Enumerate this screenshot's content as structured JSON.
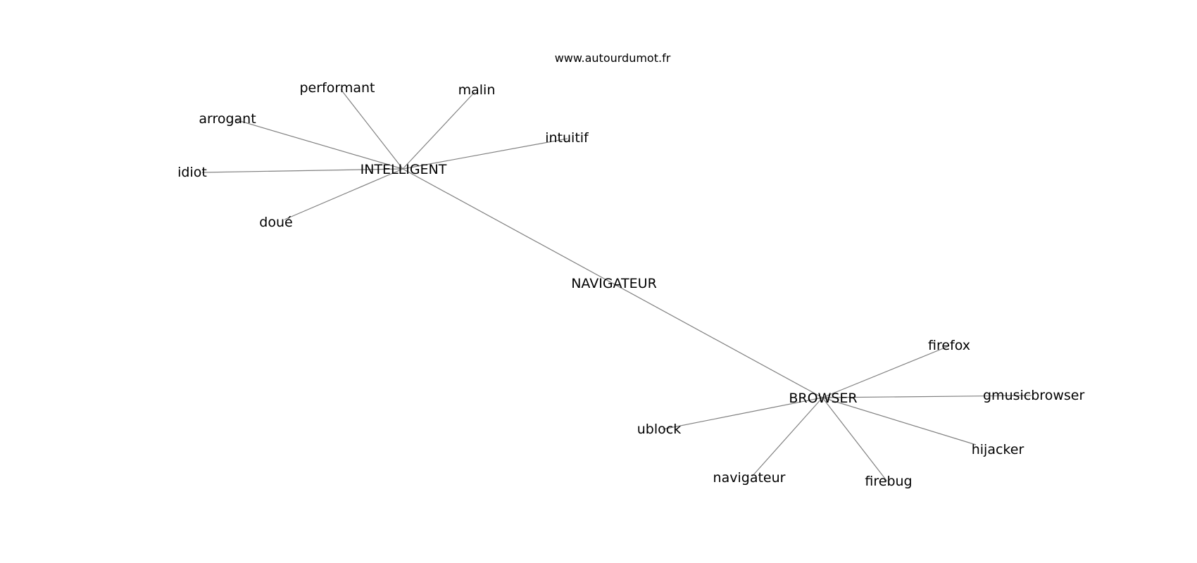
{
  "header": {
    "site": "www.autourdumot.fr"
  },
  "graph": {
    "nodes": [
      {
        "id": "navigateur_center",
        "label": "NAVIGATEUR",
        "kind": "center"
      },
      {
        "id": "intelligent",
        "label": "INTELLIGENT",
        "kind": "hub"
      },
      {
        "id": "browser",
        "label": "BROWSER",
        "kind": "hub"
      },
      {
        "id": "performant",
        "label": "performant",
        "kind": "leaf"
      },
      {
        "id": "malin",
        "label": "malin",
        "kind": "leaf"
      },
      {
        "id": "arrogant",
        "label": "arrogant",
        "kind": "leaf"
      },
      {
        "id": "intuitif",
        "label": "intuitif",
        "kind": "leaf"
      },
      {
        "id": "idiot",
        "label": "idiot",
        "kind": "leaf"
      },
      {
        "id": "doue",
        "label": "doué",
        "kind": "leaf"
      },
      {
        "id": "firefox",
        "label": "firefox",
        "kind": "leaf"
      },
      {
        "id": "gmusicbrowser",
        "label": "gmusicbrowser",
        "kind": "leaf"
      },
      {
        "id": "hijacker",
        "label": "hijacker",
        "kind": "leaf"
      },
      {
        "id": "ublock",
        "label": "ublock",
        "kind": "leaf"
      },
      {
        "id": "navigateur",
        "label": "navigateur",
        "kind": "leaf"
      },
      {
        "id": "firebug",
        "label": "firebug",
        "kind": "leaf"
      }
    ],
    "edges": [
      [
        "intelligent",
        "browser"
      ],
      [
        "intelligent",
        "performant"
      ],
      [
        "intelligent",
        "malin"
      ],
      [
        "intelligent",
        "arrogant"
      ],
      [
        "intelligent",
        "intuitif"
      ],
      [
        "intelligent",
        "idiot"
      ],
      [
        "intelligent",
        "doue"
      ],
      [
        "browser",
        "firefox"
      ],
      [
        "browser",
        "gmusicbrowser"
      ],
      [
        "browser",
        "hijacker"
      ],
      [
        "browser",
        "ublock"
      ],
      [
        "browser",
        "navigateur"
      ],
      [
        "browser",
        "firebug"
      ]
    ]
  }
}
